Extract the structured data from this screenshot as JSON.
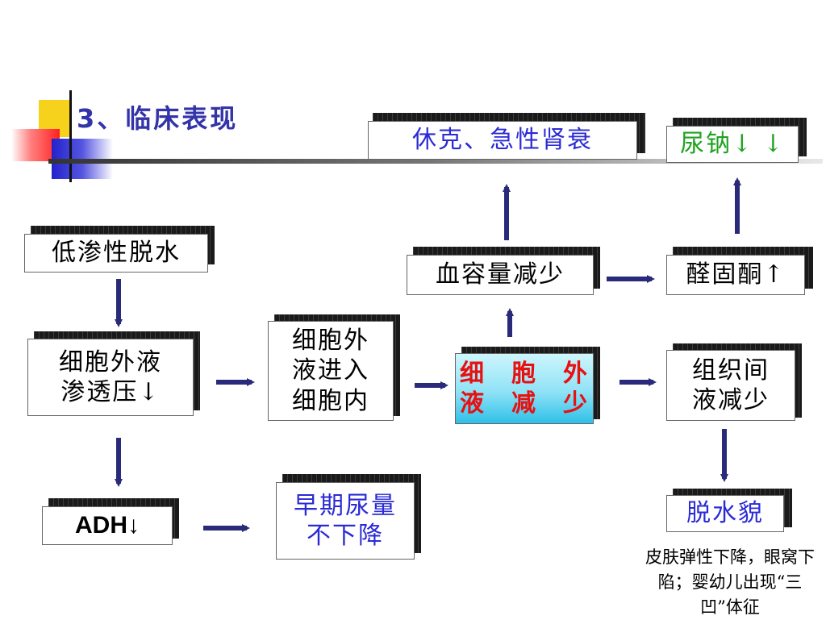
{
  "title": "3、临床表现",
  "nodes": {
    "hypotonic": "低渗性脱水",
    "ecf_osm_line1": "细胞外液",
    "ecf_osm_line2": "渗透压↓",
    "adh": "ADH↓",
    "shift_line1": "细胞外",
    "shift_line2": "液进入",
    "shift_line3": "细胞内",
    "urine_line1": "早期尿量",
    "urine_line2": "不下降",
    "ecf_dec_line1": "细　胞　外",
    "ecf_dec_line2": "液　减　少",
    "blood_vol": "血容量减少",
    "shock": "休克、急性肾衰",
    "aldo": "醛固酮↑",
    "urine_na": "尿钠↓ ↓",
    "interstitial_line1": "组织间",
    "interstitial_line2": "液减少",
    "dehydration_look": "脱水貌"
  },
  "note": "皮肤弹性下降，眼窝下陷；婴幼儿出现“三凹”体征",
  "colors": {
    "arrow": "#2a2a7a",
    "title": "#3333aa",
    "blue_text": "#2b2bd6",
    "green_text": "#1fa21f",
    "red_text": "#e81010",
    "highlight_top": "#c8f4fc",
    "highlight_bottom": "#2ec0e8"
  }
}
